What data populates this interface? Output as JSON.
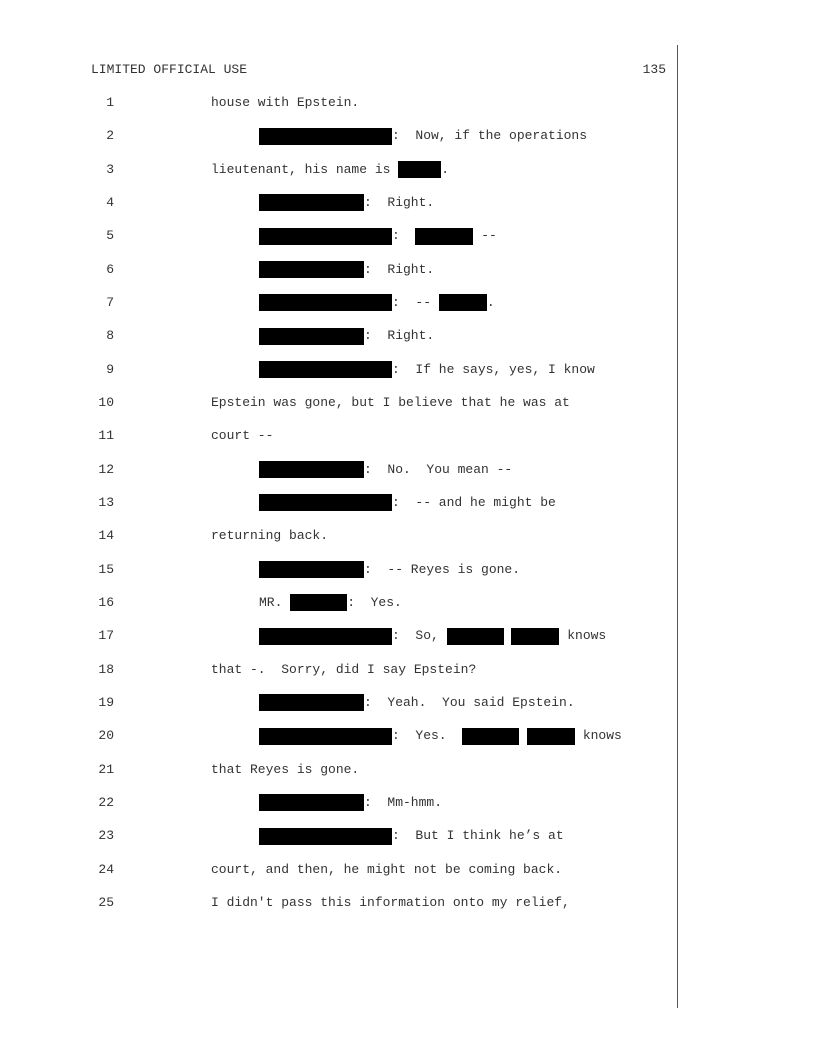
{
  "header": {
    "classification": "LIMITED OFFICIAL USE",
    "page_number": "135"
  },
  "lines": [
    {
      "n": "1",
      "indent": false,
      "segments": [
        "house with Epstein."
      ]
    },
    {
      "n": "2",
      "indent": true,
      "segments": [
        {
          "redacted": "a"
        },
        ":  Now, if the operations"
      ]
    },
    {
      "n": "3",
      "indent": false,
      "segments": [
        "lieutenant, his name is ",
        {
          "redacted": "e"
        },
        "."
      ]
    },
    {
      "n": "4",
      "indent": true,
      "segments": [
        {
          "redacted": "b"
        },
        ":  Right."
      ]
    },
    {
      "n": "5",
      "indent": true,
      "segments": [
        {
          "redacted": "a"
        },
        ":  ",
        {
          "redacted": "c"
        },
        " --"
      ]
    },
    {
      "n": "6",
      "indent": true,
      "segments": [
        {
          "redacted": "b"
        },
        ":  Right."
      ]
    },
    {
      "n": "7",
      "indent": true,
      "segments": [
        {
          "redacted": "a"
        },
        ":  -- ",
        {
          "redacted": "d"
        },
        "."
      ]
    },
    {
      "n": "8",
      "indent": true,
      "segments": [
        {
          "redacted": "b"
        },
        ":  Right."
      ]
    },
    {
      "n": "9",
      "indent": true,
      "segments": [
        {
          "redacted": "a"
        },
        ":  If he says, yes, I know"
      ]
    },
    {
      "n": "10",
      "indent": false,
      "segments": [
        "Epstein was gone, but I believe that he was at"
      ]
    },
    {
      "n": "11",
      "indent": false,
      "segments": [
        "court --"
      ]
    },
    {
      "n": "12",
      "indent": true,
      "segments": [
        {
          "redacted": "b"
        },
        ":  No.  You mean --"
      ]
    },
    {
      "n": "13",
      "indent": true,
      "segments": [
        {
          "redacted": "a"
        },
        ":  -- and he might be"
      ]
    },
    {
      "n": "14",
      "indent": false,
      "segments": [
        "returning back."
      ]
    },
    {
      "n": "15",
      "indent": true,
      "segments": [
        {
          "redacted": "b"
        },
        ":  -- Reyes is gone."
      ]
    },
    {
      "n": "16",
      "indent": true,
      "segments": [
        "MR. ",
        {
          "redacted": "f"
        },
        ":  Yes."
      ]
    },
    {
      "n": "17",
      "indent": true,
      "segments": [
        {
          "redacted": "a"
        },
        ":  So, ",
        {
          "redacted": "f"
        },
        " ",
        {
          "redacted": "d"
        },
        " knows"
      ]
    },
    {
      "n": "18",
      "indent": false,
      "segments": [
        "that -.  Sorry, did I say Epstein?"
      ]
    },
    {
      "n": "19",
      "indent": true,
      "segments": [
        {
          "redacted": "b"
        },
        ":  Yeah.  You said Epstein."
      ]
    },
    {
      "n": "20",
      "indent": true,
      "segments": [
        {
          "redacted": "a"
        },
        ":  Yes.  ",
        {
          "redacted": "f"
        },
        " ",
        {
          "redacted": "d"
        },
        " knows"
      ]
    },
    {
      "n": "21",
      "indent": false,
      "segments": [
        "that Reyes is gone."
      ]
    },
    {
      "n": "22",
      "indent": true,
      "segments": [
        {
          "redacted": "b"
        },
        ":  Mm-hmm."
      ]
    },
    {
      "n": "23",
      "indent": true,
      "segments": [
        {
          "redacted": "a"
        },
        ":  But I think he’s at"
      ]
    },
    {
      "n": "24",
      "indent": false,
      "segments": [
        "court, and then, he might not be coming back."
      ]
    },
    {
      "n": "25",
      "indent": false,
      "segments": [
        "I didn't pass this information onto my relief,"
      ]
    }
  ]
}
